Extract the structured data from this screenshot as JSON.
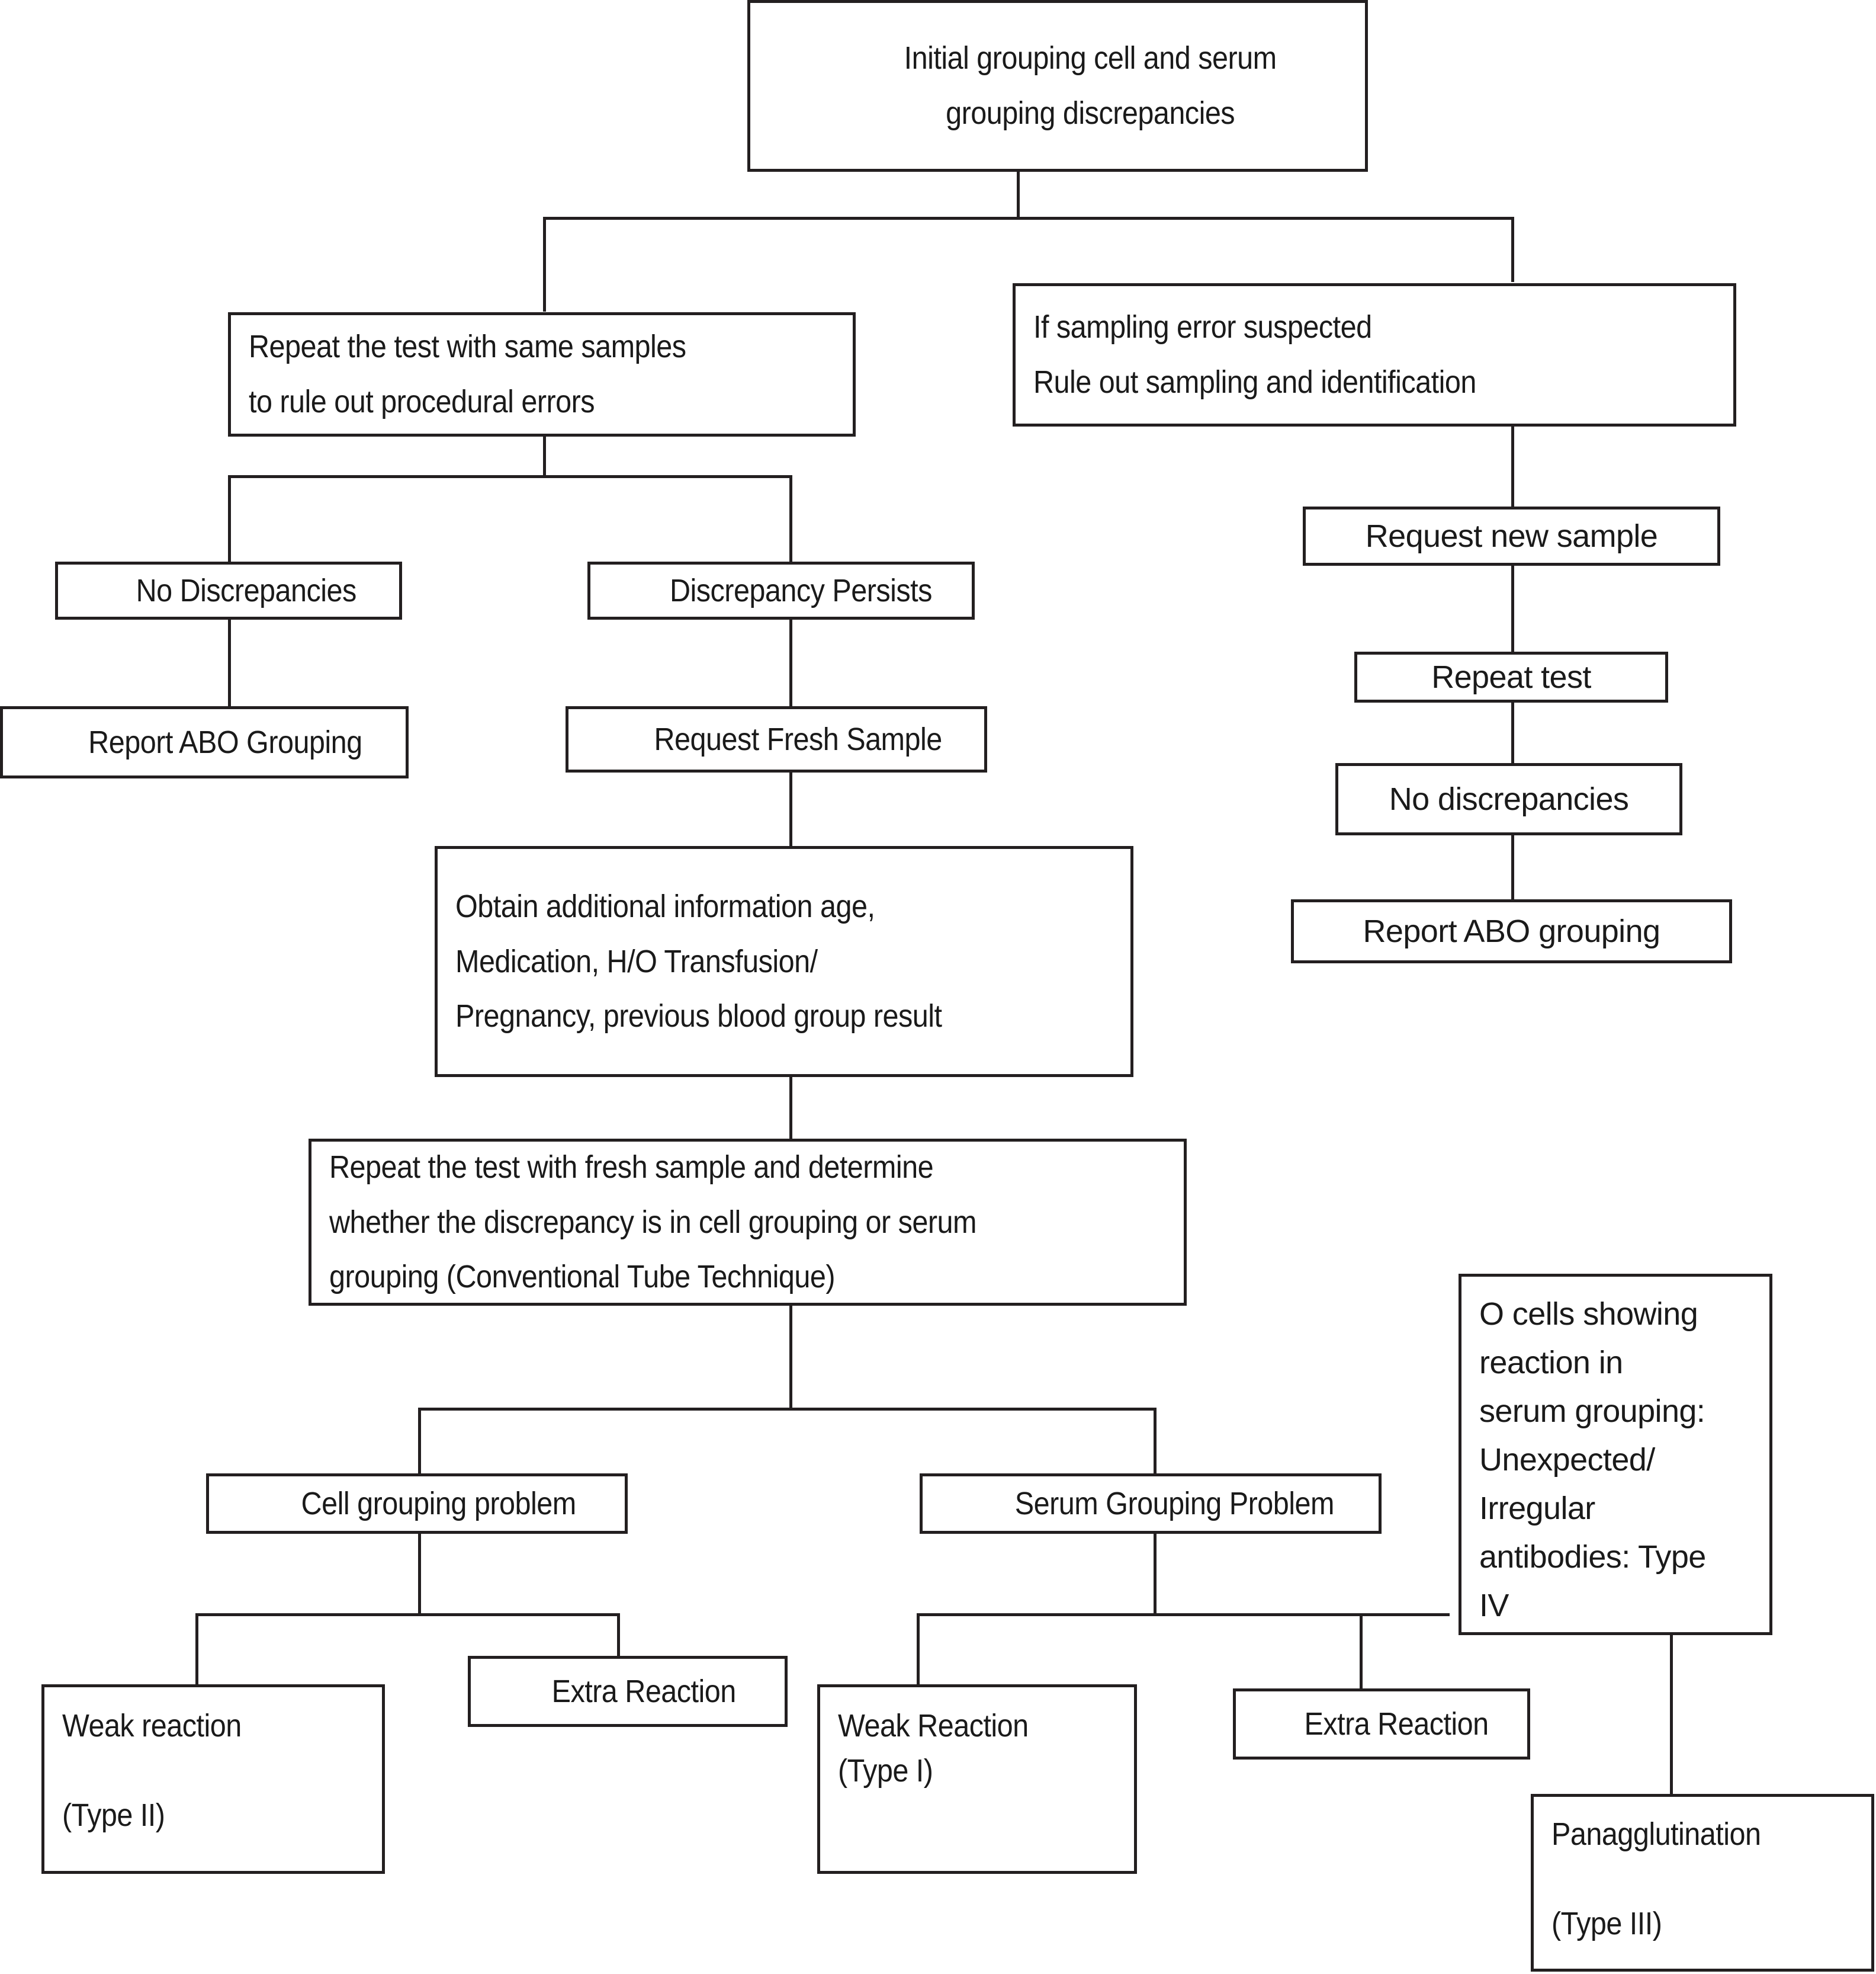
{
  "diagram": {
    "title": "ABO blood grouping discrepancy resolution flowchart",
    "type": "flowchart",
    "stroke_color": "#231f20",
    "background_color": "#ffffff",
    "nodes": {
      "root": "Initial grouping cell and serum\ngrouping discrepancies",
      "repeat_same_samples": "Repeat the test with same samples\nto rule out procedural errors",
      "sampling_error": "If sampling error suspected\nRule out sampling and identification",
      "no_discrepancies_left": "No Discrepancies",
      "discrepancy_persists": "Discrepancy Persists",
      "report_abo_grouping_left": "Report ABO Grouping",
      "request_fresh_sample": "Request Fresh Sample",
      "request_new_sample": "Request new sample",
      "repeat_test": "Repeat test",
      "no_discrepancies_right": "No discrepancies",
      "report_abo_grouping_right": "Report ABO grouping",
      "obtain_additional_info": "Obtain additional information age,\nMedication, H/O Transfusion/\nPregnancy, previous blood group result",
      "repeat_fresh_sample": "Repeat the test with fresh sample and determine\nwhether the discrepancy is in cell grouping or serum\ngrouping (Conventional Tube Technique)",
      "cell_grouping_problem": "Cell grouping problem",
      "serum_grouping_problem": "Serum Grouping Problem",
      "o_cells_type_iv": "O cells showing\nreaction in\nserum grouping:\nUnexpected/\nIrregular\nantibodies: Type\nIV",
      "weak_reaction_type_ii": "Weak reaction\n\n(Type II)",
      "extra_reaction_cell": "Extra Reaction",
      "weak_reaction_type_i": "Weak Reaction\n(Type I)",
      "extra_reaction_serum": "Extra Reaction",
      "panagglutination_type_iii": "Panagglutination\n\n(Type III)"
    }
  }
}
